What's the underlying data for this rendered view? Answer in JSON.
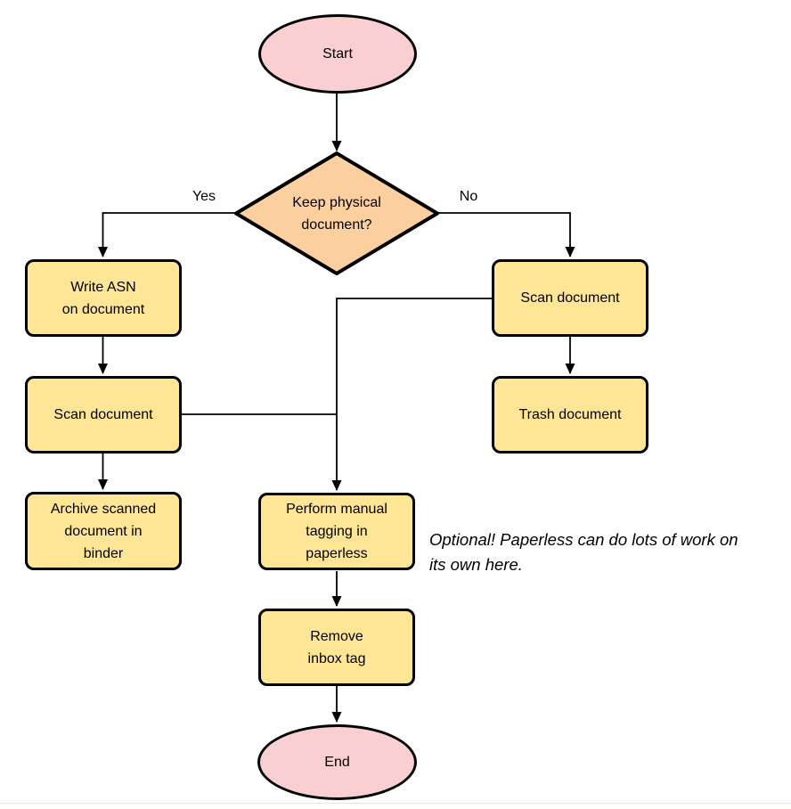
{
  "colors": {
    "terminal_fill": "#f9cfd2",
    "decision_fill": "#fccf9e",
    "process_fill": "#ffe596",
    "stroke": "#000000",
    "background": "#ffffff"
  },
  "nodes": {
    "start": {
      "label": "Start",
      "type": "terminal"
    },
    "decision": {
      "label": "Keep physical\ndocument?",
      "type": "decision"
    },
    "write_asn": {
      "label": "Write ASN\non document",
      "type": "process"
    },
    "scan_left": {
      "label": "Scan document",
      "type": "process"
    },
    "archive": {
      "label": "Archive scanned\ndocument in\nbinder",
      "type": "process"
    },
    "scan_right": {
      "label": "Scan document",
      "type": "process"
    },
    "trash": {
      "label": "Trash document",
      "type": "process"
    },
    "tagging": {
      "label": "Perform manual\ntagging in\npaperless",
      "type": "process"
    },
    "remove_inbox": {
      "label": "Remove\ninbox tag",
      "type": "process"
    },
    "end": {
      "label": "End",
      "type": "terminal"
    }
  },
  "edge_labels": {
    "yes": "Yes",
    "no": "No"
  },
  "edges": [
    {
      "from": "start",
      "to": "decision",
      "label": ""
    },
    {
      "from": "decision",
      "to": "write_asn",
      "label": "Yes"
    },
    {
      "from": "decision",
      "to": "scan_right",
      "label": "No"
    },
    {
      "from": "write_asn",
      "to": "scan_left",
      "label": ""
    },
    {
      "from": "scan_left",
      "to": "archive",
      "label": ""
    },
    {
      "from": "scan_left",
      "to": "tagging",
      "label": ""
    },
    {
      "from": "scan_right",
      "to": "trash",
      "label": ""
    },
    {
      "from": "scan_right",
      "to": "tagging",
      "label": ""
    },
    {
      "from": "tagging",
      "to": "remove_inbox",
      "label": ""
    },
    {
      "from": "remove_inbox",
      "to": "end",
      "label": ""
    }
  ],
  "annotation": {
    "text": "Optional! Paperless can do lots of work on\nits own here."
  }
}
